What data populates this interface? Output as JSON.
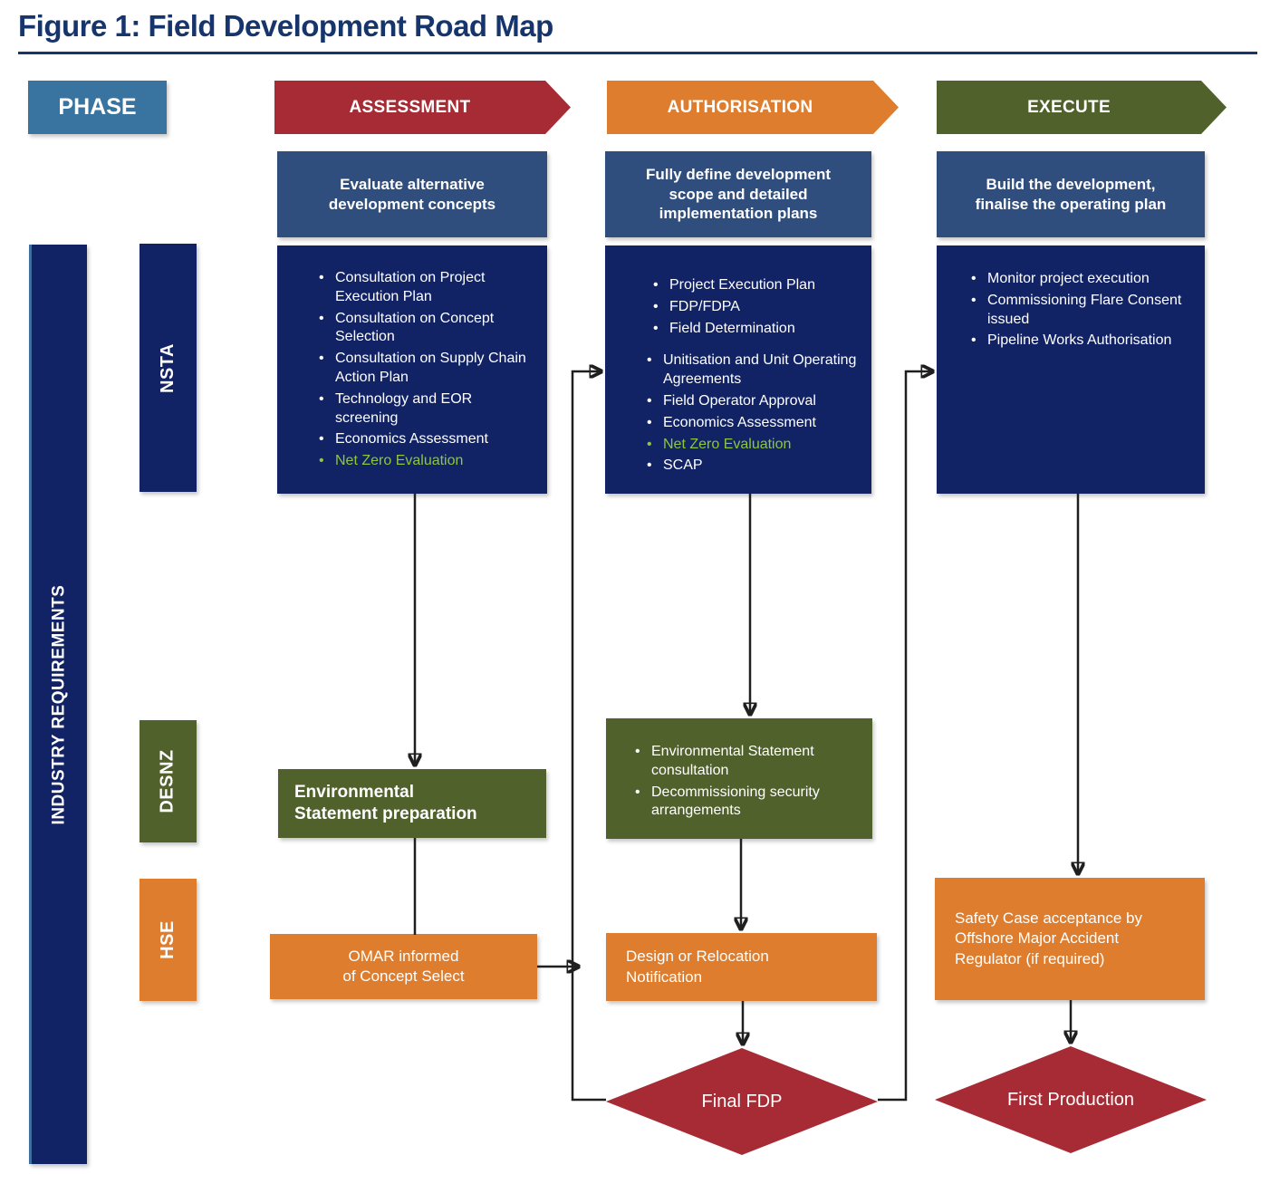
{
  "title": "Figure 1: Field Development Road Map",
  "colors": {
    "navy": "#112265",
    "blue": "#2F4E7E",
    "steel": "#38749F",
    "red": "#A62B34",
    "orange": "#DD7D2D",
    "olive": "#51612C",
    "green": "#8DC63F",
    "ink": "#1F1F1F",
    "heading": "#17356D"
  },
  "phase_label": "PHASE",
  "phases": [
    {
      "name": "ASSESSMENT",
      "summary": "Evaluate alternative\ndevelopment concepts"
    },
    {
      "name": "AUTHORISATION",
      "summary": "Fully define development\nscope and detailed\nimplementation plans"
    },
    {
      "name": "EXECUTE",
      "summary": "Build the development,\nfinalise the operating plan"
    }
  ],
  "sidebar": {
    "label": "INDUSTRY REQUIREMENTS"
  },
  "rows": [
    {
      "label": "NSTA"
    },
    {
      "label": "DESNZ"
    },
    {
      "label": "HSE"
    }
  ],
  "nsta": {
    "assessment": {
      "bullets": [
        "Consultation on Project Execution Plan",
        "Consultation on Concept Selection",
        "Consultation on Supply Chain Action Plan",
        "Technology and EOR screening",
        "Economics Assessment",
        {
          "text": "Net Zero Evaluation",
          "highlight": true
        }
      ]
    },
    "authorisation": {
      "group1": [
        "Project Execution Plan",
        "FDP/FDPA",
        "Field Determination"
      ],
      "group2": [
        "Unitisation and Unit Operating Agreements",
        "Field Operator Approval",
        "Economics Assessment",
        {
          "text": "Net Zero Evaluation",
          "highlight": true
        },
        "SCAP"
      ]
    },
    "execute": {
      "bullets": [
        "Monitor project execution",
        "Commissioning Flare Consent issued",
        "Pipeline Works Authorisation"
      ]
    }
  },
  "desnz": {
    "preparation": "Environmental\nStatement preparation",
    "authorisation": {
      "bullets": [
        "Environmental Statement consultation",
        "Decommissioning security arrangements"
      ]
    }
  },
  "hse": {
    "omar": "OMAR informed\nof Concept Select",
    "design": "Design or Relocation\nNotification",
    "safety": "Safety Case acceptance by\nOffshore Major Accident\nRegulator (if required)"
  },
  "milestones": [
    {
      "label": "Final FDP"
    },
    {
      "label": "First Production"
    }
  ]
}
